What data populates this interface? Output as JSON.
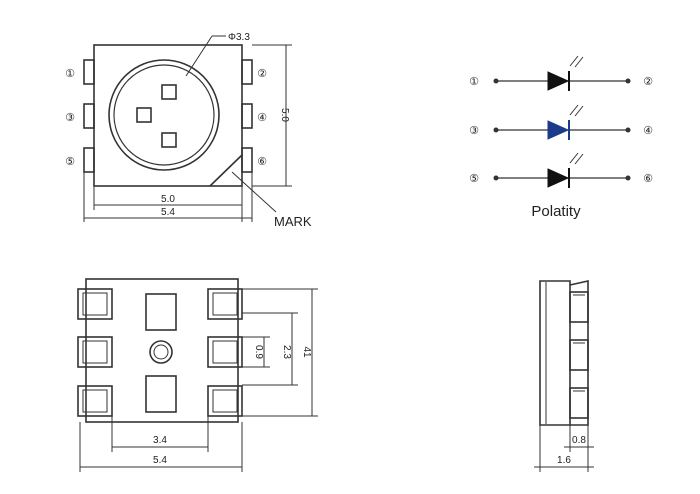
{
  "top_view": {
    "diameter_label": "Φ3.3",
    "height_label": "5.0",
    "inner_width_label": "5.0",
    "outer_width_label": "5.4",
    "mark_label": "MARK",
    "pins_left": [
      "①",
      "③",
      "⑤"
    ],
    "pins_right": [
      "②",
      "④",
      "⑥"
    ]
  },
  "polarity": {
    "rows": [
      {
        "left": "①",
        "right": "②"
      },
      {
        "left": "③",
        "right": "④"
      },
      {
        "left": "⑤",
        "right": "⑥"
      }
    ],
    "caption": "Polatity",
    "diode_color": "#111111",
    "middle_diode_color": "#1a3a8a"
  },
  "bottom_view": {
    "pad_height_label": "0.9",
    "pitch_label": "2.3",
    "height_label": "41",
    "pad_span_label": "3.4",
    "width_label": "5.4"
  },
  "side_view": {
    "lead_label": "0.8",
    "thickness_label": "1.6"
  }
}
